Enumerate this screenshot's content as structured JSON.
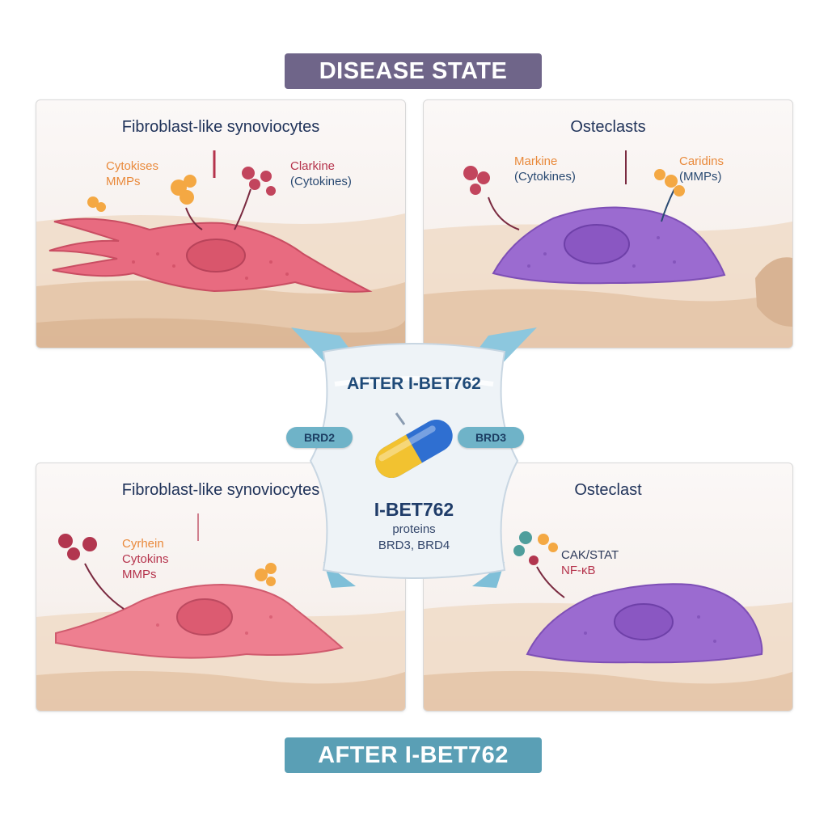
{
  "banners": {
    "top": "DISEASE STATE",
    "bottom": "AFTER I-BET762"
  },
  "panels": {
    "top_left": {
      "title": "Fibroblast-like synoviocytes",
      "label_a_line1": "Cytokises",
      "label_a_line2": "MMPs",
      "label_b_line1": "Clarkine",
      "label_b_line2": "(Cytokines)"
    },
    "top_right": {
      "title": "Osteclasts",
      "label_a_line1": "Markine",
      "label_a_line2": "(Cytokines)",
      "label_b_line1": "Caridins",
      "label_b_line2": "(MMPs)"
    },
    "bottom_left": {
      "title": "Fibroblast-like synoviocytes",
      "label_line1": "Cyrhein",
      "label_line2": "Cytokins",
      "label_line3": "MMPs"
    },
    "bottom_right": {
      "title": "Osteclast",
      "label_line1": "CAK/STAT",
      "label_line2": "NF-κB"
    }
  },
  "center": {
    "title": "AFTER I-BET762",
    "pill_left": "BRD2",
    "pill_right": "BRD3",
    "drug_name": "I-BET762",
    "drug_sub1": "proteins",
    "drug_sub2": "BRD3, BRD4"
  },
  "colors": {
    "banner_top": "#6f6589",
    "banner_bottom": "#5a9fb5",
    "fibroblast": "#e86b80",
    "osteoclast": "#9b6bd0",
    "bone": "#f0dcc8",
    "arrow_ribbon": "#8cc7de",
    "capsule_blue": "#2f6fd1",
    "capsule_yellow": "#f2c230"
  }
}
